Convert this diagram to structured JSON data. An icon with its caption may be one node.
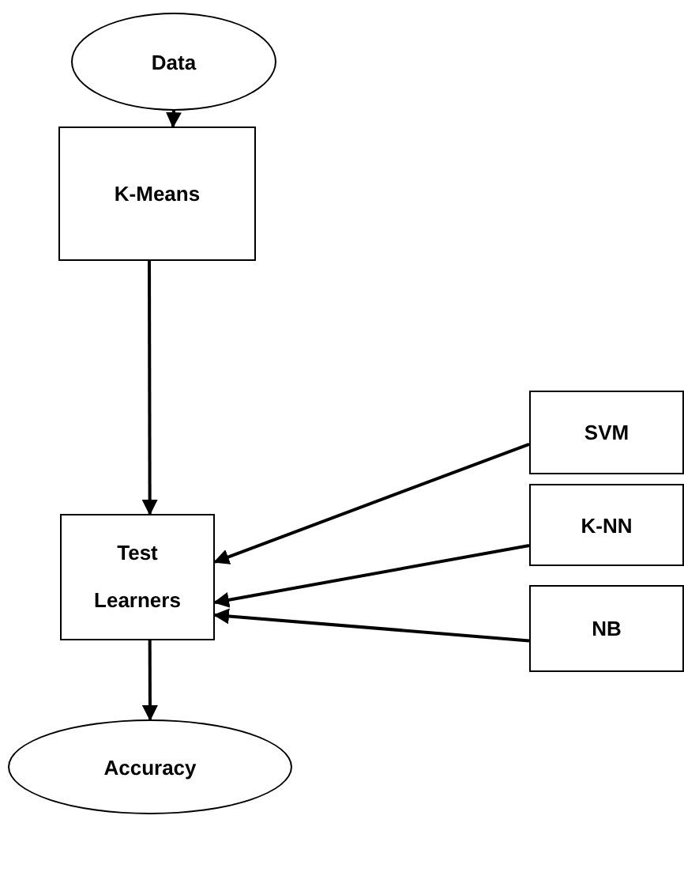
{
  "diagram": {
    "nodes": [
      {
        "text": [
          "Data"
        ]
      },
      {
        "text": [
          "K-Means"
        ]
      },
      {
        "text": [
          "Test Learners"
        ]
      },
      {
        "text": [
          "Accuracy"
        ]
      },
      {
        "text": [
          "SVM"
        ]
      },
      {
        "text": [
          "K-NN"
        ]
      },
      {
        "text": [
          "NB"
        ]
      }
    ],
    "edges": [
      {
        "from": 0,
        "to": 1,
        "arrow": "to"
      },
      {
        "from": 1,
        "to": 2,
        "arrow": "to"
      },
      {
        "from": 2,
        "to": 3,
        "arrow": "to"
      },
      {
        "from": 4,
        "to": 2,
        "arrow": "to"
      },
      {
        "from": 5,
        "to": 2,
        "arrow": "to"
      },
      {
        "from": 6,
        "to": 2,
        "arrow": "to"
      }
    ]
  }
}
